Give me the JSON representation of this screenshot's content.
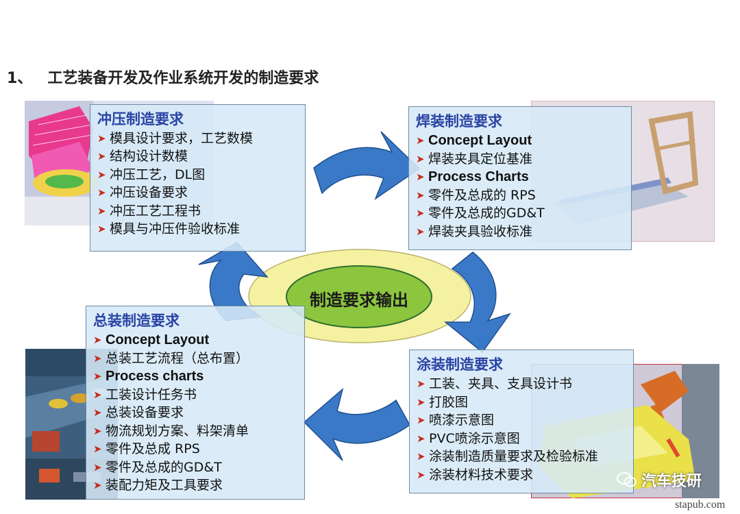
{
  "heading": {
    "number": "1、",
    "text": "工艺装备开发及作业系统开发的制造要求"
  },
  "center": {
    "label": "制造要求输出"
  },
  "colors": {
    "box_fill": "#d6e9f7",
    "title_blue": "#2a43a4",
    "bullet_red": "#c62d1e",
    "arrow_blue": "#3a79c7",
    "ring_yellow": "#f3f09c",
    "center_green": "#8cc63f"
  },
  "boxes": {
    "stamping": {
      "title": "冲压制造要求",
      "items": [
        "模具设计要求，工艺数模",
        "结构设计数模",
        "冲压工艺，DL图",
        "冲压设备要求",
        "冲压工艺工程书",
        "模具与冲压件验收标准"
      ]
    },
    "welding": {
      "title": "焊装制造要求",
      "items": [
        "Concept Layout",
        "焊装夹具定位基准",
        "Process Charts",
        "零件及总成的 RPS",
        "零件及总成的GD&T",
        "焊装夹具验收标准"
      ]
    },
    "assembly": {
      "title": "总装制造要求",
      "items": [
        "Concept Layout",
        "总装工艺流程（总布置）",
        "Process charts",
        "工装设计任务书",
        "总装设备要求",
        "物流规划方案、料架清单",
        "零件及总成 RPS",
        "零件及总成的GD&T",
        "装配力矩及工具要求"
      ]
    },
    "painting": {
      "title": "涂装制造要求",
      "items": [
        "工装、夹具、支具设计书",
        "打胶图",
        "喷漆示意图",
        "PVC喷涂示意图",
        "涂装制造质量要求及检验标准",
        "涂装材料技术要求"
      ]
    }
  },
  "watermark": {
    "label": "汽车技研",
    "icon": "wechat-icon"
  },
  "site": "stapub.com"
}
